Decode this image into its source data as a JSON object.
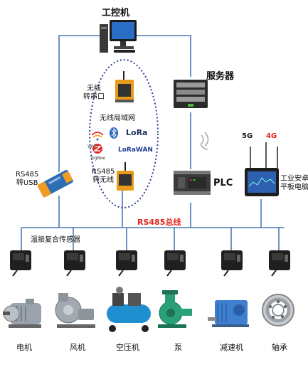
{
  "nodes": {
    "ipc": "工控机",
    "server": "服务器",
    "plc": "PLC",
    "tablet": "工业安卓\n平板电脑",
    "rs485_usb": "RS485\n转USB",
    "wireless_serial": "无线\n转串口",
    "wlan": "无线局域网",
    "rs485_wireless": "RS485\n转无线",
    "bus": "RS485总线",
    "sensor_label": "温振复合传感器"
  },
  "wireless_icons": {
    "wifi": "WiFi",
    "lora": "LoRa",
    "zigbee": "ZigBee",
    "lorawan": "LoRaWAN",
    "g5": "5G",
    "g4": "4G"
  },
  "equipment": [
    "电机",
    "风机",
    "空压机",
    "泵",
    "减速机",
    "轴承"
  ],
  "colors": {
    "line": "#4a78b5",
    "bus_text": "#e1251b",
    "ellipse": "#2a3f8f",
    "gateway": "#f0a020",
    "usb_converter": "#2d6db3"
  }
}
